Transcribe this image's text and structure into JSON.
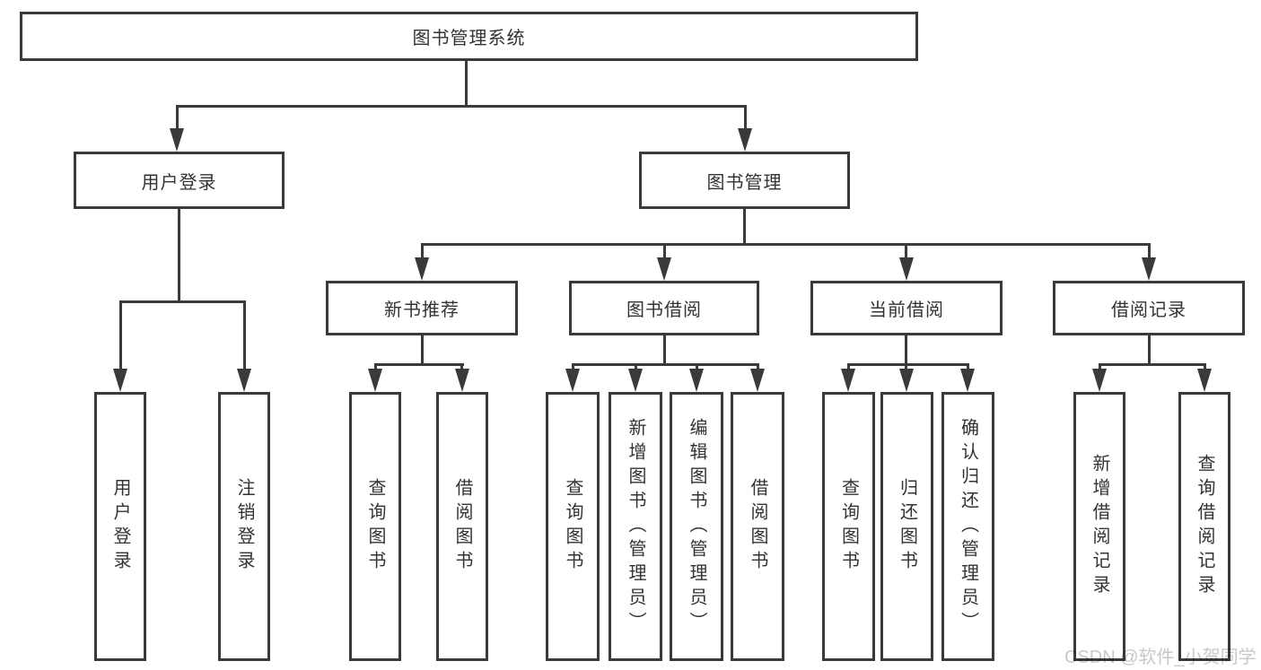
{
  "colors": {
    "background": "#ffffff",
    "line": "#3a3a3a",
    "box_border": "#3a3a3a",
    "box_fill": "#ffffff",
    "text": "#333333",
    "watermark_text": "#c8c8c8"
  },
  "tree": {
    "root": {
      "label": "图书管理系统"
    },
    "branches": [
      {
        "label": "用户登录",
        "leaves": [
          {
            "label": "用户登录"
          },
          {
            "label": "注销登录"
          }
        ]
      },
      {
        "label": "图书管理",
        "sections": [
          {
            "label": "新书推荐",
            "leaves": [
              {
                "label": "查询图书"
              },
              {
                "label": "借阅图书"
              }
            ]
          },
          {
            "label": "图书借阅",
            "leaves": [
              {
                "label": "查询图书"
              },
              {
                "label": "新增图书（管理员）"
              },
              {
                "label": "编辑图书（管理员）"
              },
              {
                "label": "借阅图书"
              }
            ]
          },
          {
            "label": "当前借阅",
            "leaves": [
              {
                "label": "查询图书"
              },
              {
                "label": "归还图书"
              },
              {
                "label": "确认归还（管理员）"
              }
            ]
          },
          {
            "label": "借阅记录",
            "leaves": [
              {
                "label": "新增借阅记录"
              },
              {
                "label": "查询借阅记录"
              }
            ]
          }
        ]
      }
    ]
  },
  "watermark": {
    "label": "CSDN @软件_小贺同学"
  }
}
